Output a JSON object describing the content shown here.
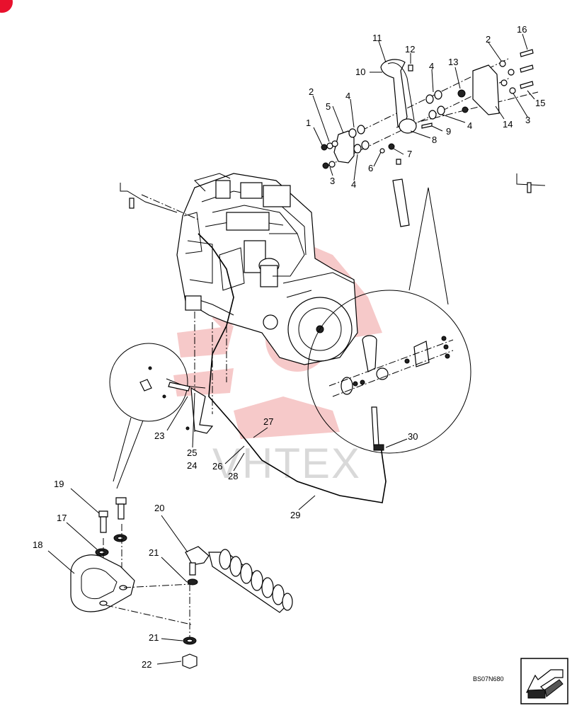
{
  "diagram": {
    "part_numbers": [
      {
        "id": "1",
        "text": "1"
      },
      {
        "id": "2a",
        "text": "2"
      },
      {
        "id": "2b",
        "text": "2"
      },
      {
        "id": "3a",
        "text": "3"
      },
      {
        "id": "3b",
        "text": "3"
      },
      {
        "id": "4a",
        "text": "4"
      },
      {
        "id": "4b",
        "text": "4"
      },
      {
        "id": "4c",
        "text": "4"
      },
      {
        "id": "4d",
        "text": "4"
      },
      {
        "id": "5",
        "text": "5"
      },
      {
        "id": "6",
        "text": "6"
      },
      {
        "id": "7",
        "text": "7"
      },
      {
        "id": "8",
        "text": "8"
      },
      {
        "id": "9",
        "text": "9"
      },
      {
        "id": "10",
        "text": "10"
      },
      {
        "id": "11",
        "text": "11"
      },
      {
        "id": "12",
        "text": "12"
      },
      {
        "id": "13",
        "text": "13"
      },
      {
        "id": "14",
        "text": "14"
      },
      {
        "id": "15",
        "text": "15"
      },
      {
        "id": "16",
        "text": "16"
      },
      {
        "id": "17",
        "text": "17"
      },
      {
        "id": "18",
        "text": "18"
      },
      {
        "id": "19",
        "text": "19"
      },
      {
        "id": "20",
        "text": "20"
      },
      {
        "id": "21a",
        "text": "21"
      },
      {
        "id": "21b",
        "text": "21"
      },
      {
        "id": "22",
        "text": "22"
      },
      {
        "id": "23",
        "text": "23"
      },
      {
        "id": "24",
        "text": "24"
      },
      {
        "id": "25",
        "text": "25"
      },
      {
        "id": "26",
        "text": "26"
      },
      {
        "id": "27",
        "text": "27"
      },
      {
        "id": "28",
        "text": "28"
      },
      {
        "id": "29",
        "text": "29"
      },
      {
        "id": "30",
        "text": "30"
      }
    ],
    "drawing_code": "BS07N680",
    "watermark": "VHTEX",
    "colors": {
      "watermark_logo": "#f6c9c9",
      "badge": "#e8112d",
      "lines": "#000000"
    },
    "icons": {
      "nav_arrow": "arrow-southwest-icon",
      "badge": "red-circle-badge-icon"
    }
  }
}
